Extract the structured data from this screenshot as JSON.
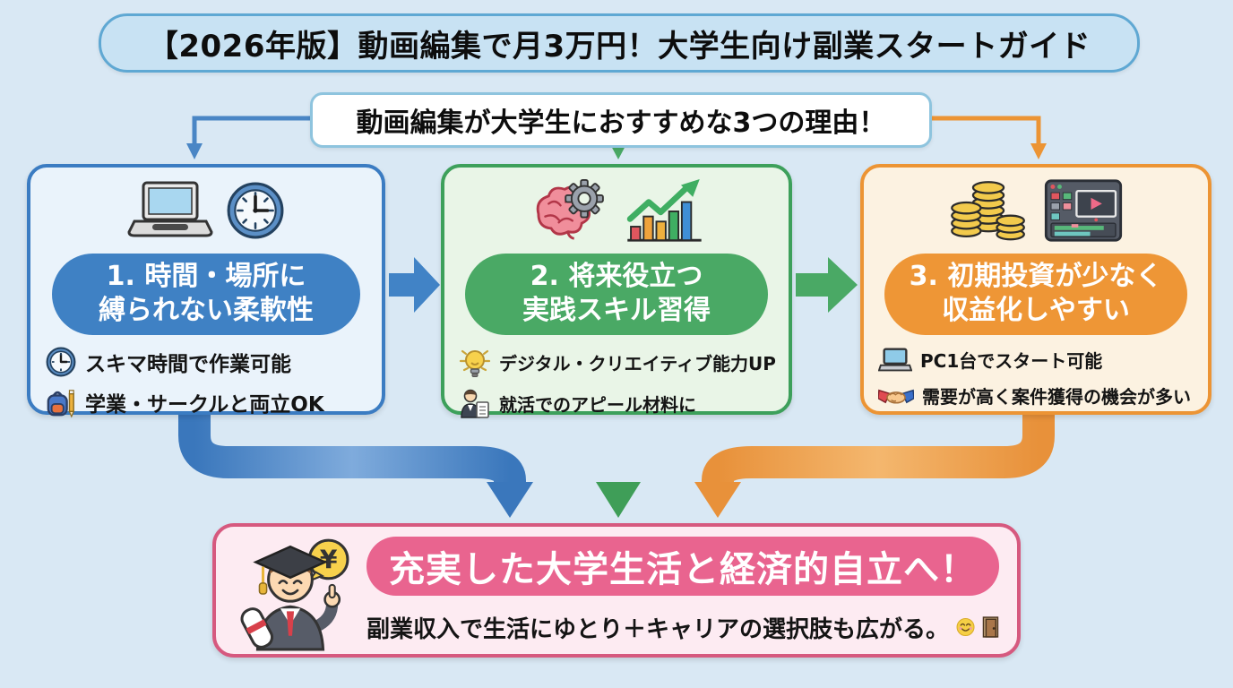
{
  "title": "【2026年版】動画編集で月3万円！大学生向け副業スタートガイド",
  "reasons_banner": "動画編集が大学生におすすめな3つの理由！",
  "reasons": [
    {
      "heading_lines": [
        "1. 時間・場所に",
        "縛られない柔軟性"
      ],
      "header_icons": [
        "laptop-icon",
        "clock-icon"
      ],
      "bullets": [
        {
          "icon": "clock-icon",
          "text": "スキマ時間で作業可能"
        },
        {
          "icon": "backpack-pencil-icon",
          "text": "学業・サークルと両立OK"
        }
      ]
    },
    {
      "heading_lines": [
        "2. 将来役立つ",
        "実践スキル習得"
      ],
      "header_icons": [
        "brain-gear-icon",
        "growth-chart-icon"
      ],
      "bullets": [
        {
          "icon": "lightbulb-icon",
          "text": "デジタル・クリエイティブ能力UP"
        },
        {
          "icon": "job-applicant-icon",
          "text": "就活でのアピール材料に"
        }
      ]
    },
    {
      "heading_lines": [
        "3. 初期投資が少なく",
        "収益化しやすい"
      ],
      "header_icons": [
        "coins-icon",
        "video-editor-icon"
      ],
      "bullets": [
        {
          "icon": "laptop-icon",
          "text": "PC1台でスタート可能"
        },
        {
          "icon": "handshake-icon",
          "text": "需要が高く案件獲得の機会が多い"
        }
      ]
    }
  ],
  "conclusion": {
    "heading": "充実した大学生活と経済的自立へ！",
    "subtext": "副業収入で生活にゆとり＋キャリアの選択肢も広がる。",
    "bubble_symbol": "¥",
    "trailing_icons": [
      "smiling-face-icon",
      "door-icon"
    ]
  },
  "colors": {
    "background": "#d9e8f4",
    "blue_accent": "#3b7cc2",
    "green_accent": "#3da05b",
    "orange_accent": "#ec9434",
    "pink_accent": "#e9648f",
    "title_banner_fill": "#c8e2f3",
    "title_banner_border": "#5fa8d3"
  }
}
